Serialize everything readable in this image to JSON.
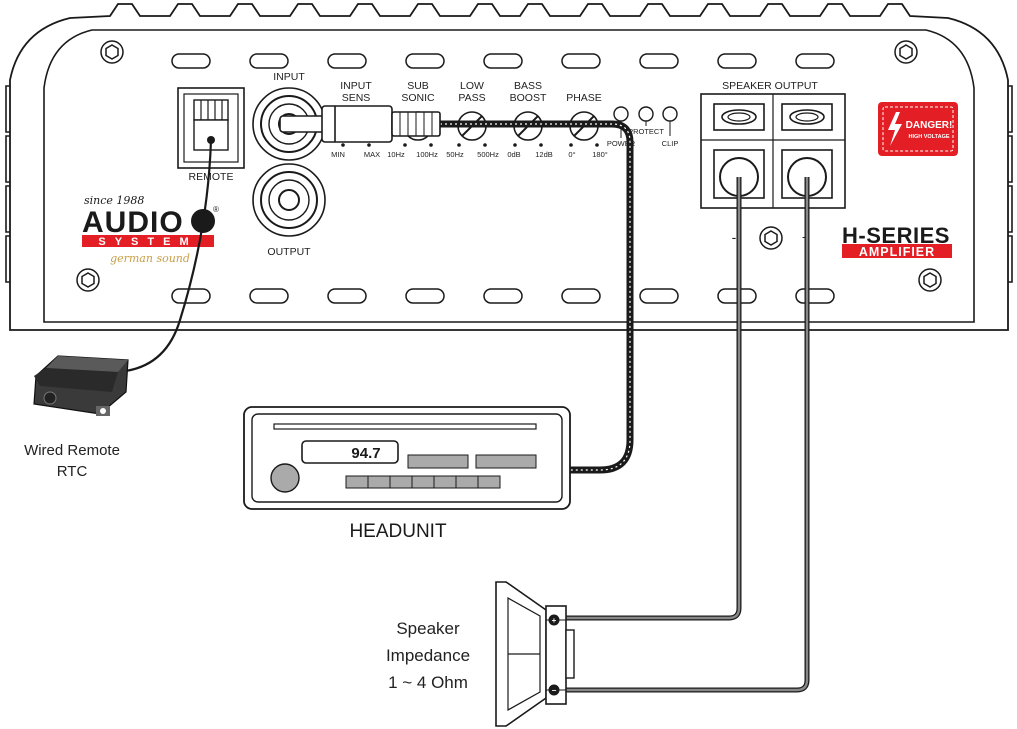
{
  "amplifier": {
    "series_line1": "H-SERIES",
    "series_line2": "AMPLIFIER",
    "brand": {
      "since": "since 1988",
      "name": "AUDIO",
      "system": "SYSTEM",
      "tagline": "german sound",
      "registered": "®"
    },
    "danger": {
      "title": "DANGER!",
      "subtitle": "HIGH VOLTAGE"
    },
    "remote_label": "REMOTE",
    "input_label": "INPUT",
    "output_label": "OUTPUT",
    "speaker_output_label": "SPEAKER OUTPUT",
    "speaker_minus": "-",
    "speaker_plus": "+",
    "controls": [
      {
        "name": "input-sens",
        "line1": "INPUT",
        "line2": "SENS",
        "min": "MIN",
        "max": "MAX"
      },
      {
        "name": "sub-sonic",
        "line1": "SUB",
        "line2": "SONIC",
        "min": "10Hz",
        "max": "100Hz"
      },
      {
        "name": "low-pass",
        "line1": "LOW",
        "line2": "PASS",
        "min": "50Hz",
        "max": "500Hz"
      },
      {
        "name": "bass-boost",
        "line1": "BASS",
        "line2": "BOOST",
        "min": "0dB",
        "max": "12dB"
      },
      {
        "name": "phase",
        "line1": "PHASE",
        "line2": "",
        "min": "0°",
        "max": "180°"
      }
    ],
    "leds": [
      {
        "name": "power",
        "label": "POWER"
      },
      {
        "name": "protect",
        "label": "PROTECT"
      },
      {
        "name": "clip",
        "label": "CLIP"
      }
    ]
  },
  "headunit": {
    "frequency": "94.7",
    "label": "HEADUNIT"
  },
  "remote": {
    "line1": "Wired Remote",
    "line2": "RTC"
  },
  "speaker": {
    "line1": "Speaker",
    "line2": "Impedance",
    "line3": "1 ~ 4 Ohm",
    "plus": "+",
    "minus": "−"
  },
  "colors": {
    "brand_red": "#e31e24",
    "tagline_gold": "#c8a048",
    "outline": "#1a1a1a"
  }
}
